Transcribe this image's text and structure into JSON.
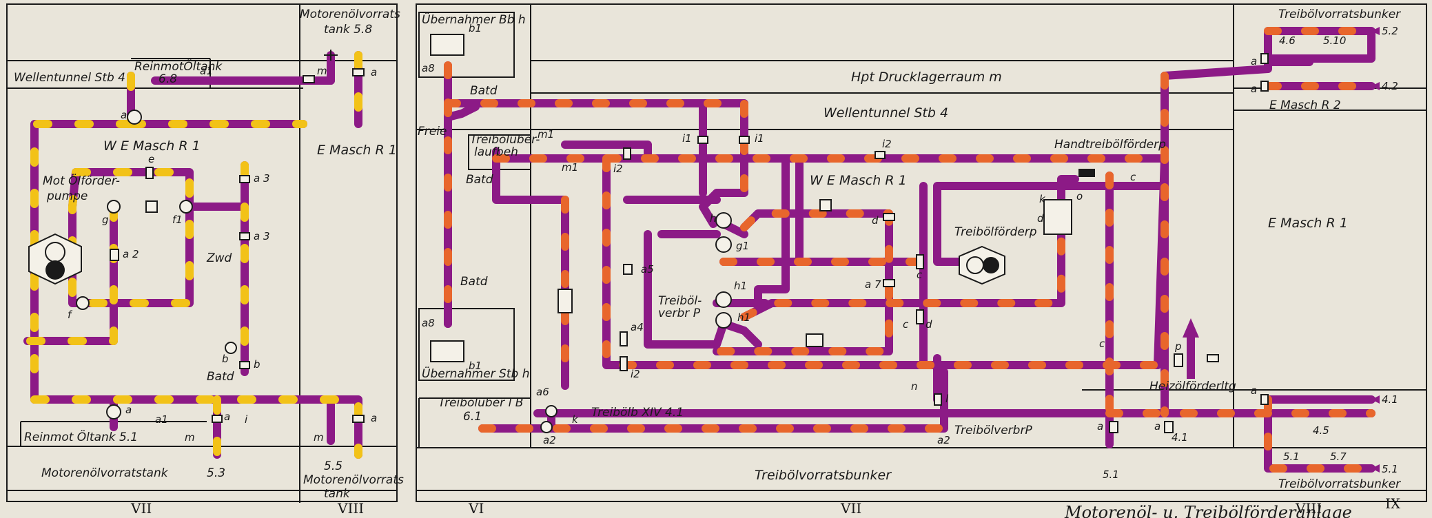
{
  "colors": {
    "pipe": "#8c1a86",
    "fuel_stripe": "#e8662c",
    "oil_stripe": "#f2c218",
    "paper": "#e9e5da",
    "ink": "#1a1a1a"
  },
  "left": {
    "motorenol_top": "Motorenölvorrats",
    "tank_58": "tank 5.8",
    "wellentunnel": "Wellentunnel Stb 4",
    "reinmot_top": "ReinmotÖltank",
    "reinmot_top_num": "6.8",
    "we_masch": "W E Masch R 1",
    "emasch": "E Masch R 1",
    "motol_pumpe_1": "Mot Ölförder-",
    "motol_pumpe_2": "pumpe",
    "zwd": "Zwd",
    "batd": "Batd",
    "reinmot_bottom": "Reinmot Öltank 5.1",
    "motorenolvorratstank": "Motorenölvorratstank",
    "tank_53": "5.3",
    "tank_55": "5.5",
    "motorenol_bottom_1": "Motorenölvorrats",
    "motorenol_bottom_2": "tank",
    "roman_vii": "VII",
    "roman_viii": "VIII",
    "valves": {
      "a": "a",
      "a1": "a1",
      "a2": "a 2",
      "a3": "a 3",
      "b": "b",
      "e": "e",
      "f": "f",
      "f1": "f1",
      "g": "g",
      "i": "i",
      "m": "m"
    }
  },
  "right": {
    "ubernehmer_top": "Übernahmer Bb h",
    "ubernehmer_bottom": "Übernahmer Stb h",
    "b1": "b1",
    "a8": "a8",
    "batd": "Batd",
    "freie": "Freie",
    "treibol_lauf_1": "Treibölüber-",
    "treibol_lauf_2": "laufbeh",
    "hpt": "Hpt Drucklagerraum  m",
    "wellentunnel": "Wellentunnel Stb 4",
    "we_masch": "W E Masch R 1",
    "handtreibol": "Handtreibölförderp",
    "treibolforderp": "Treibölförderp",
    "treibolverbr_1": "Treiböl-",
    "treibolverbr_2": "verbr P",
    "treibolvorratsbunker_top": "Treibölvorratsbunker",
    "treibolvorratsbunker_bottom": "Treibölvorratsbunker",
    "treibolvorratsbunker_main": "Treibölvorratsbunker",
    "emasch_2": "E Masch R 2",
    "emasch_1": "E Masch R 1",
    "heizol": "Heizölförderltg",
    "treibolub_1": "Treibölüber l B",
    "treibolub_2": "6.1",
    "treibolb": "Treibölb XIV 4.1",
    "treibolverbrP": "TreibölverbrP",
    "tank_51": "5.1",
    "tank_41": "4.1",
    "tank_42": "4.2",
    "tank_52": "5.2",
    "tank_46": "4.6",
    "tank_510": "5.10",
    "tank_45": "4.5",
    "tank_57": "5.7",
    "roman_vi": "VI",
    "roman_vii": "VII",
    "roman_viii": "VIII",
    "roman_ix": "IX",
    "caption": "Motorenöl- u. Treibölförderanlage",
    "valves": {
      "a": "a",
      "a2": "a2",
      "a4": "a4",
      "a5": "a5",
      "a6": "a6",
      "a7": "a 7",
      "c": "c",
      "d": "d",
      "g1": "g1",
      "h": "h",
      "h1": "h1",
      "i1": "i1",
      "i2": "i2",
      "k": "k",
      "l": "l",
      "m1": "m1",
      "n": "n",
      "o": "o",
      "p": "p"
    }
  }
}
